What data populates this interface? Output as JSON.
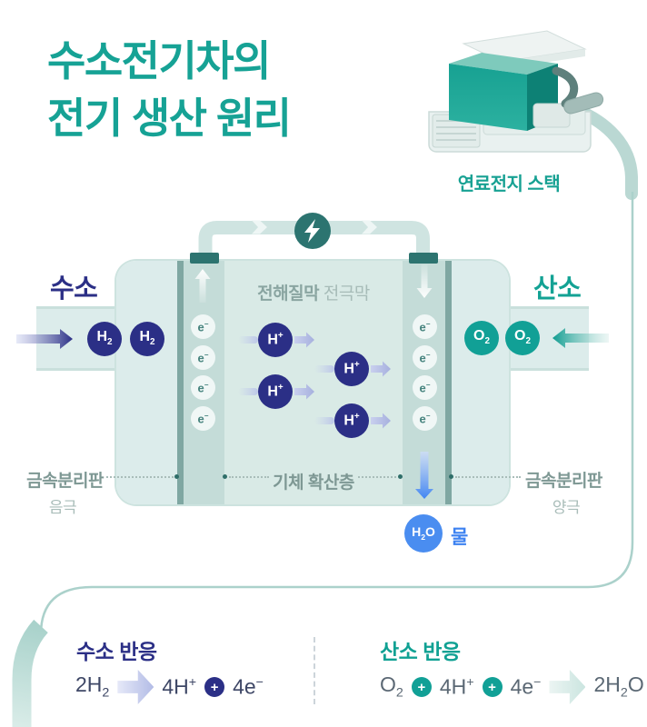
{
  "header": {
    "title_line1": "수소전기차의",
    "title_line2": "전기 생산 원리",
    "stack_label": "연료전지 스택"
  },
  "diagram": {
    "hydrogen_label": "수소",
    "oxygen_label": "산소",
    "membrane_label_primary": "전해질막",
    "membrane_label_secondary": "전극막",
    "gas_diffusion_label": "기체 확산층",
    "plate_left_label": "금속분리판",
    "plate_left_sub": "음극",
    "plate_right_label": "금속분리판",
    "plate_right_sub": "양극",
    "water_label": "물"
  },
  "particles": {
    "h2": {
      "base": "H",
      "sub": "2"
    },
    "o2": {
      "base": "O",
      "sub": "2"
    },
    "proton": {
      "base": "H",
      "sup": "+"
    },
    "electron": {
      "base": "e",
      "sup": "−"
    },
    "water": {
      "base": "H",
      "sub": "2",
      "base2": "O"
    }
  },
  "reactions": {
    "plus_sign": "+",
    "hydrogen": {
      "title": "수소 반응",
      "reactant": {
        "base": "2H",
        "sub": "2"
      },
      "product1": {
        "base": "4H",
        "sup": "+"
      },
      "product2": {
        "base": "4e",
        "sup": "−"
      }
    },
    "oxygen": {
      "title": "산소 반응",
      "r1": {
        "base": "O",
        "sub": "2"
      },
      "r2": {
        "base": "4H",
        "sup": "+"
      },
      "r3": {
        "base": "4e",
        "sup": "−"
      },
      "product": {
        "base": "2H",
        "sub": "2",
        "base2": "O"
      }
    }
  },
  "icons": {
    "electricity": "lightning-bolt-icon"
  },
  "colors": {
    "teal_primary": "#16a295",
    "navy": "#2b2f86",
    "dark_teal": "#2d7571",
    "water_blue": "#4a8df0",
    "panel_mint": "#dceceb",
    "diffusion_mint": "#c4dcd8",
    "membrane_mint": "#d9eae6",
    "formula_gray": "#5b6874",
    "formula_navy": "#3e4766"
  }
}
